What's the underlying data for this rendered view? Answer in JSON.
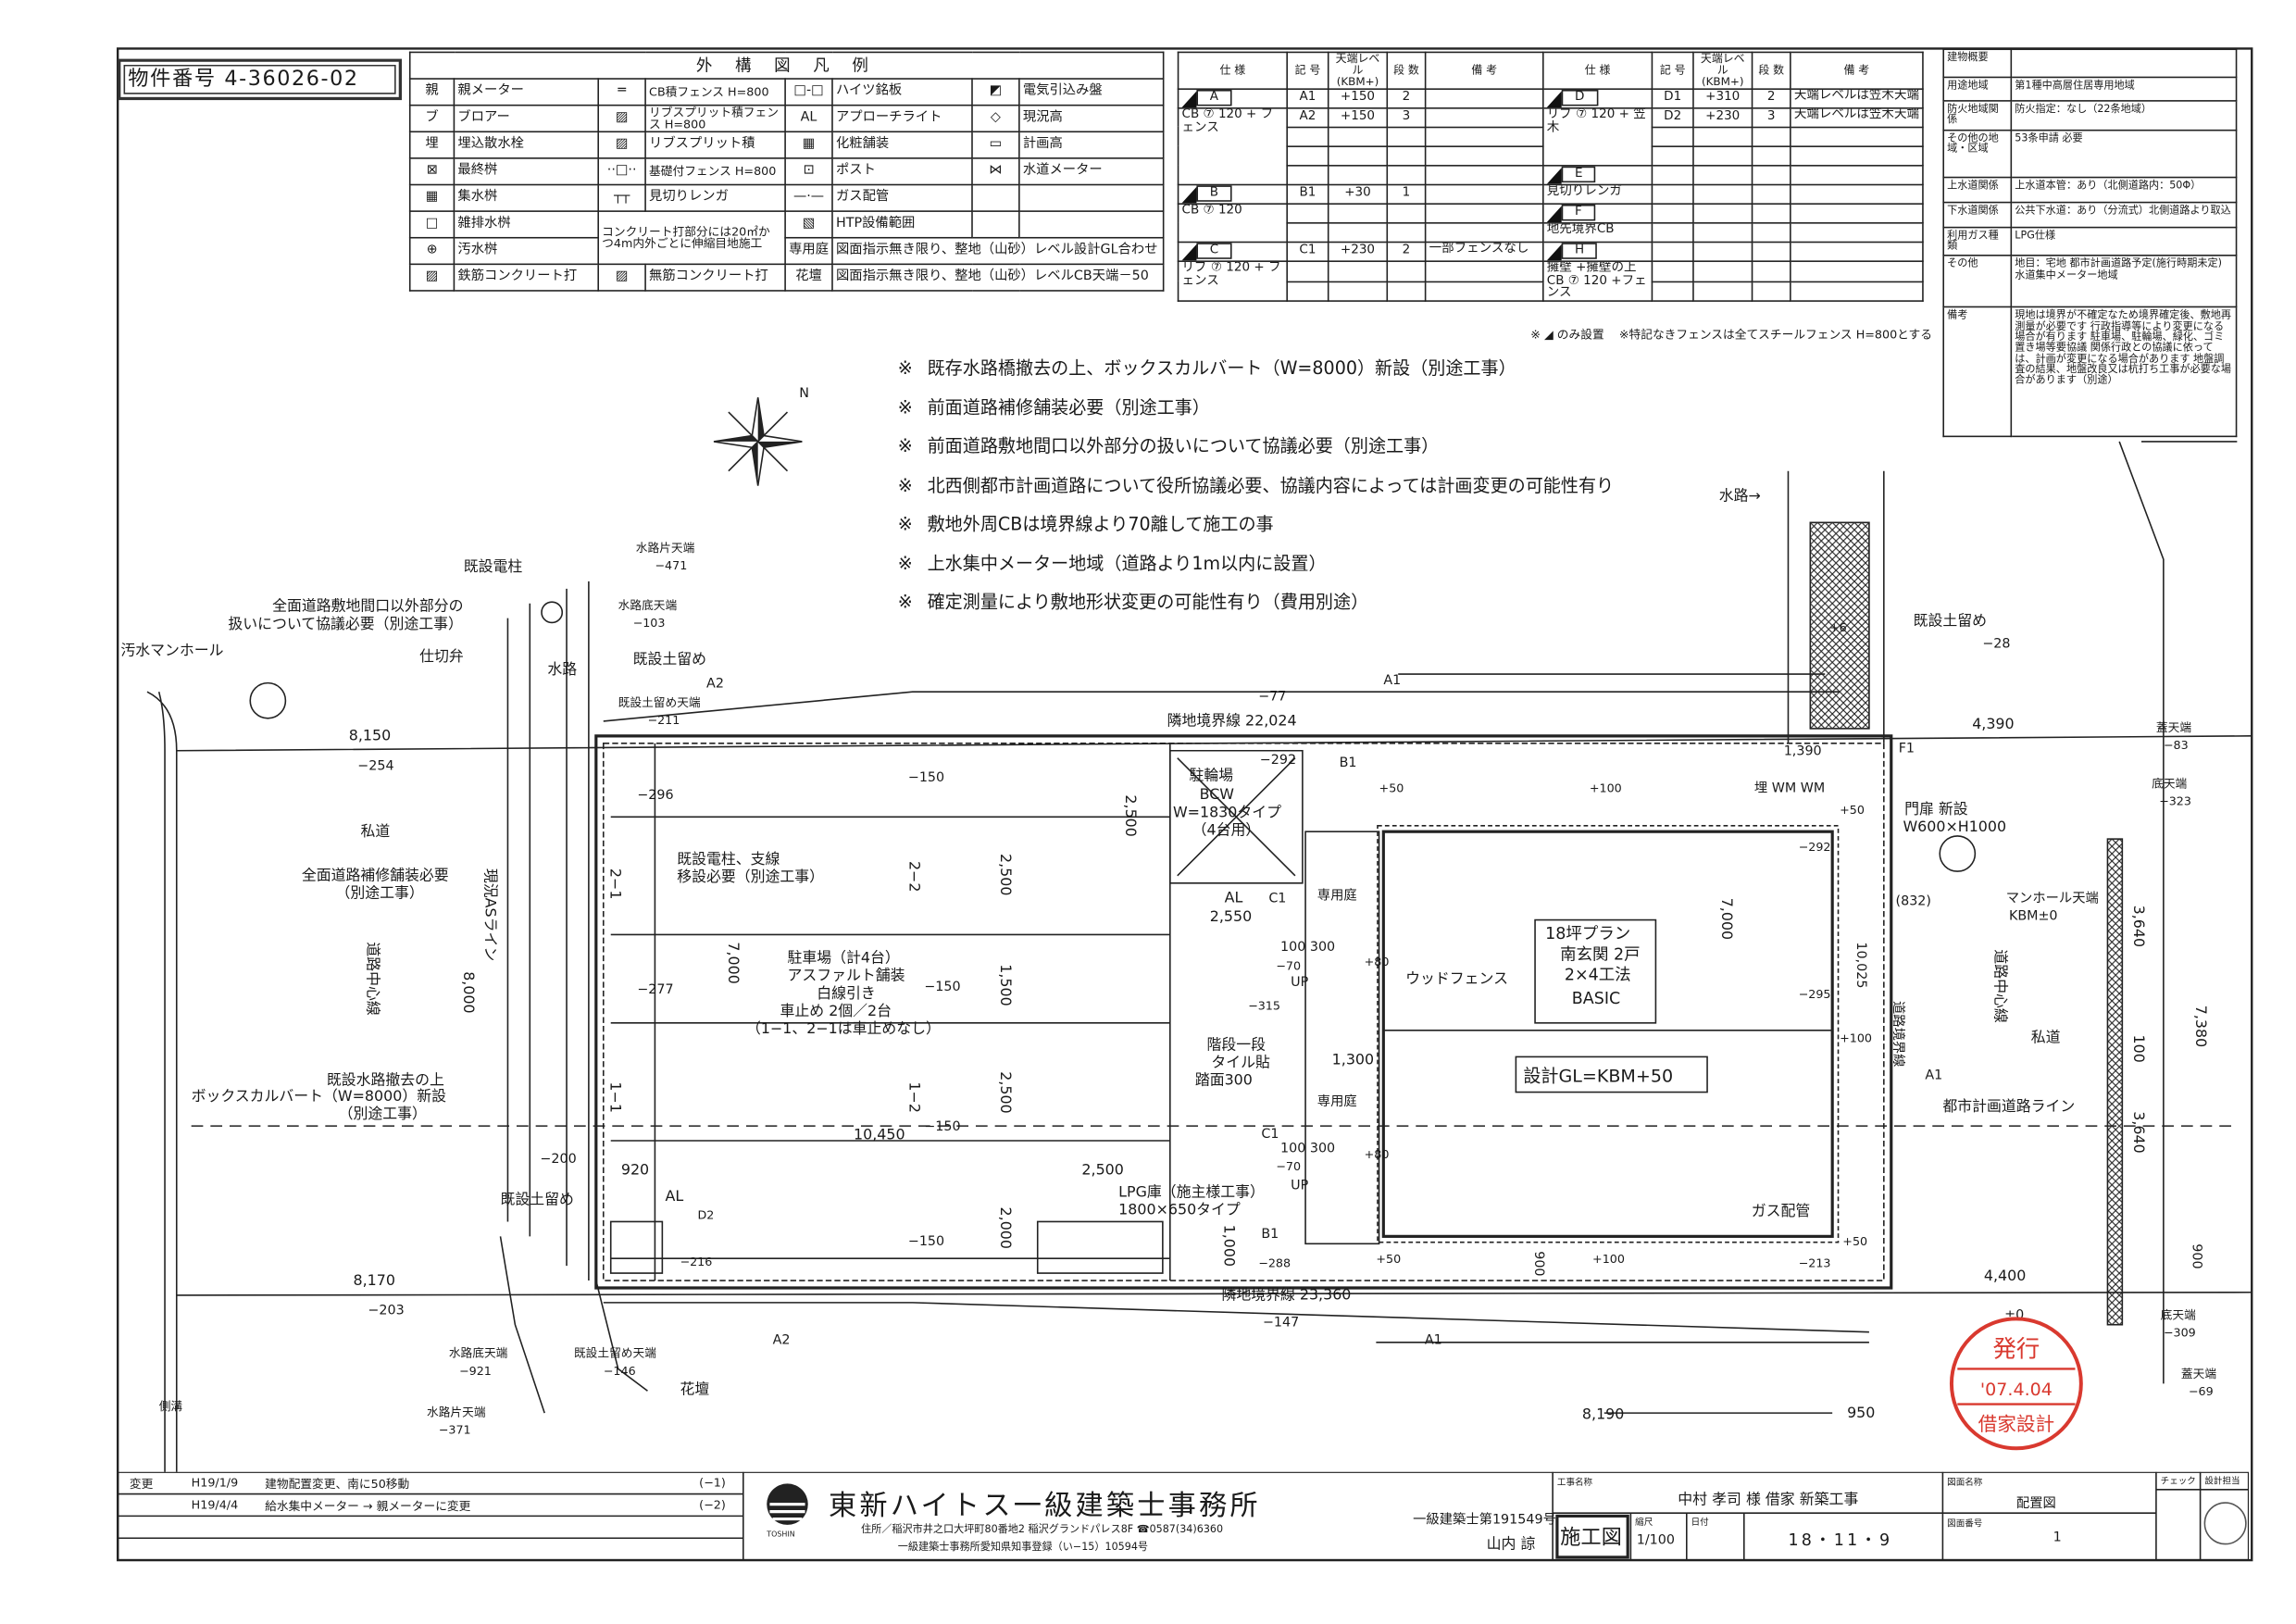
{
  "property_number": "物件番号 4-36026-02",
  "legend": {
    "title": "外 構 図 凡 例",
    "rows": [
      [
        {
          "sym": "親",
          "label": "親メーター"
        },
        {
          "sym": "═",
          "label": "CB積フェンス H=800"
        },
        {
          "sym": "□-□",
          "label": "ハイツ銘板"
        },
        {
          "sym": "◩",
          "label": "電気引込み盤"
        }
      ],
      [
        {
          "sym": "ブ",
          "label": "ブロアー"
        },
        {
          "sym": "▨",
          "label": "リブスプリット積フェンス H=800"
        },
        {
          "sym": "AL",
          "label": "アプローチライト"
        },
        {
          "sym": "◇",
          "label": "現況高"
        }
      ],
      [
        {
          "sym": "埋",
          "label": "埋込散水栓"
        },
        {
          "sym": "▨",
          "label": "リブスプリット積"
        },
        {
          "sym": "▦",
          "label": "化粧舗装"
        },
        {
          "sym": "▭",
          "label": "計画高"
        }
      ],
      [
        {
          "sym": "⊠",
          "label": "最終桝"
        },
        {
          "sym": "··□··",
          "label": "基礎付フェンス H=800"
        },
        {
          "sym": "⊡",
          "label": "ポスト"
        },
        {
          "sym": "⋈",
          "label": "水道メーター"
        }
      ],
      [
        {
          "sym": "▦",
          "label": "集水桝"
        },
        {
          "sym": "┬┬",
          "label": "見切りレンガ"
        },
        {
          "sym": "—·—",
          "label": "ガス配管"
        },
        {
          "sym": "",
          "label": ""
        }
      ],
      [
        {
          "sym": "□",
          "label": "雑排水桝"
        },
        {
          "sym": "▧",
          "label": "HTP設備範囲"
        },
        {
          "sym": "",
          "label": ""
        }
      ],
      [
        {
          "sym": "⊕",
          "label": "汚水桝"
        },
        {
          "sym": "専用庭",
          "label": "図面指示無き限り、整地（山砂）レベル設計GL合わせ"
        }
      ],
      [
        {
          "sym": "▨",
          "label": "鉄筋コンクリート打"
        },
        {
          "sym": "▨",
          "label": "無筋コンクリート打"
        },
        {
          "sym": "花壇",
          "label": "図面指示無き限り、整地（山砂）レベルCB天端－50"
        }
      ]
    ],
    "concrete_note": "コンクリート打部分には20㎡かつ4m内外ごとに伸縮目地施工"
  },
  "spec_table": {
    "headers": [
      "仕 様",
      "記 号",
      "天端レベル (KBM+)",
      "段 数",
      "備 考",
      "仕 様",
      "記 号",
      "天端レベル (KBM+)",
      "段 数",
      "備 考"
    ],
    "left": [
      {
        "tag": "A",
        "spec": "CB ⑦ 120 + フェンス",
        "rows": [
          {
            "code": "A1",
            "level": "+150",
            "steps": "2",
            "note": ""
          },
          {
            "code": "A2",
            "level": "+150",
            "steps": "3",
            "note": ""
          }
        ]
      },
      {
        "tag": "B",
        "spec": "CB ⑦ 120",
        "rows": [
          {
            "code": "B1",
            "level": "+30",
            "steps": "1",
            "note": ""
          }
        ]
      },
      {
        "tag": "C",
        "spec": "リブ ⑦ 120 + フェンス",
        "rows": [
          {
            "code": "C1",
            "level": "+230",
            "steps": "2",
            "note": "一部フェンスなし"
          }
        ]
      }
    ],
    "right": [
      {
        "tag": "D",
        "spec": "リブ ⑦ 120 + 笠木",
        "rows": [
          {
            "code": "D1",
            "level": "+310",
            "steps": "2",
            "note": "天端レベルは笠木天端"
          },
          {
            "code": "D2",
            "level": "+230",
            "steps": "3",
            "note": "天端レベルは笠木天端"
          }
        ]
      },
      {
        "tag": "E",
        "spec": "見切りレンガ"
      },
      {
        "tag": "F",
        "spec": "地先境界CB"
      },
      {
        "tag": "H",
        "spec": "擁壁 +擁壁の上 CB ⑦ 120 +フェンス"
      }
    ],
    "note_mark": "※ ◢ のみ設置",
    "note_fence": "※特記なきフェンスは全てスチールフェンス H=800とする"
  },
  "overview": [
    {
      "k": "建物概要",
      "v": ""
    },
    {
      "k": "用途地域",
      "v": "第1種中高層住居専用地域"
    },
    {
      "k": "防火地域関係",
      "v": "防火指定：なし（22条地域）"
    },
    {
      "k": "その他の地域・区域",
      "v": "53条申請 必要"
    },
    {
      "k": "上水道関係",
      "v": "上水道本管：あり（北側道路内：50Φ）"
    },
    {
      "k": "下水道関係",
      "v": "公共下水道：あり（分流式）北側道路より取込"
    },
    {
      "k": "利用ガス種類",
      "v": "LPG仕様"
    },
    {
      "k": "その他",
      "v": "地目：宅地 都市計画道路予定(施行時期未定) 水道集中メーター地域"
    },
    {
      "k": "備考",
      "v": "現地は境界が不確定なため境界確定後、敷地再測量が必要です 行政指導等により変更になる場合が有ります 駐車場、駐輪場、緑化、ゴミ置き場等要協議 関係行政との協議に依っては、計画が変更になる場合があります 地盤調査の結果、地盤改良又は杭打ち工事が必要な場合があります（別途）"
    }
  ],
  "notes": [
    "既存水路橋撤去の上、ボックスカルバート（W=8000）新設（別途工事）",
    "前面道路補修舗装必要（別途工事）",
    "前面道路敷地間口以外部分の扱いについて協議必要（別途工事）",
    "北西側都市計画道路について役所協議必要、協議内容によっては計画変更の可能性有り",
    "敷地外周CBは境界線より70離して施工の事",
    "上水集中メーター地域（道路より1m以内に設置）",
    "確定測量により敷地形状変更の可能性有り（費用別途）"
  ],
  "note_mark": "※",
  "site": {
    "north": "N",
    "labels": {
      "pole": "既設電柱",
      "front1": "全面道路敷地間口以外部分の",
      "front2": "扱いについて協議必要（別途工事）",
      "manhole": "汚水マンホール",
      "valve": "仕切弁",
      "wk1": "水路片天端",
      "wk1v": "−471",
      "wk2": "水路底天端",
      "wk2v": "−103",
      "retain1": "既設土留め",
      "waterway": "水路",
      "retain2": "既設土留め天端",
      "retain2v": "−211",
      "d8150": "8,150",
      "lv254": "−254",
      "private1": "私道",
      "repave1": "全面道路補修舗装必要",
      "repave2": "（別途工事）",
      "center1": "道路中心線",
      "asline": "現況ASライン",
      "d8000": "8,000",
      "box1": "既設水路撤去の上",
      "box2": "ボックスカルバート（W=8000）新設",
      "box3": "（別途工事）",
      "lv200": "−200",
      "retain3": "既設土留め",
      "d8170": "8,170",
      "lv203": "−203",
      "wb2": "水路底天端",
      "wb2v": "−921",
      "retain4": "既設土留め天端",
      "retain4v": "−146",
      "flower": "花壇",
      "wk3": "水路片天端",
      "wk3v": "−371",
      "gutter": "側溝",
      "nb1": "隣地境界線 22,024",
      "lv77": "−77",
      "lv296": "−296",
      "lv150a": "−150",
      "bike1": "駐輪場",
      "bike2": "BCW",
      "bike3": "W=1830タイプ",
      "bike4": "（4台用）",
      "lv292a": "−292",
      "pole2a": "既設電柱、支線",
      "pole2b": "移設必要（別途工事）",
      "p21": "2−1",
      "p22": "2−2",
      "d2500a": "2,500",
      "d2500b": "2,500",
      "al1": "AL",
      "d2550": "2,550",
      "c1a": "C1",
      "garden1": "専用庭",
      "park1": "駐車場（計4台）",
      "park2": "アスファルト舗装",
      "park3": "白線引き",
      "park4": "車止め 2個／2台",
      "park5": "（1−1、2−1は車止めなし）",
      "lv277": "−277",
      "lv150b": "−150",
      "d7000a": "7,000",
      "d1500": "1,500",
      "s100a": "100 300",
      "lv70a": "−70",
      "upa": "UP",
      "lv315": "−315",
      "p80a": "+80",
      "woodfence": "ウッドフェンス",
      "plan1": "18坪プラン",
      "plan2": "南玄関 2戸",
      "plan3": "2×4工法",
      "plan4": "BASIC",
      "d7000b": "7,000",
      "gl": "設計GL=KBM+50",
      "stair1": "階段一段",
      "stair2": "タイル貼",
      "stair3": "踏面300",
      "d1300": "1,300",
      "garden2": "専用庭",
      "p11": "1−1",
      "p12": "1−2",
      "d2500c": "2,500",
      "d10450": "10,450",
      "c1b": "C1",
      "s100b": "100 300",
      "lv70b": "−70",
      "upb": "UP",
      "p80b": "+80",
      "d920": "920",
      "al2": "AL",
      "d2code": "D2",
      "lv216": "−216",
      "d2500d": "2,500",
      "lpg1": "LPG庫（施主様工事）",
      "lpg2": "1800×650タイプ",
      "d2000": "2,000",
      "d1000": "1,000",
      "lv150c": "−150",
      "b1a": "B1",
      "lv288": "−288",
      "p50a": "+50",
      "d900a": "900",
      "p100a": "+100",
      "gas": "ガス配管",
      "lv213": "−213",
      "p50b": "+50",
      "nb2": "隣地境界線 23,360",
      "lv147": "−147",
      "a1a": "A1",
      "a2a": "A2",
      "d8190": "8,190",
      "d950": "950",
      "waterway2": "水路→",
      "p6": "+6",
      "retain5": "既設土留め",
      "lv28": "−28",
      "d4390": "4,390",
      "d1390": "1,390",
      "f1": "F1",
      "lid1": "蓋天端",
      "lid1v": "−83",
      "bot1": "底天端",
      "bot1v": "−323",
      "gate1": "門扉 新設",
      "gate2": "W600×H1000",
      "lv292b": "−292",
      "d832": "(832)",
      "mh1": "マンホール天端",
      "mh2": "KBM±0",
      "d3640a": "3,640",
      "center2": "道路中心線",
      "d10025": "10,025",
      "boundary": "道路境界線",
      "private2": "私道",
      "d100": "100",
      "d7380": "7,380",
      "a1b": "A1",
      "cityroad": "都市計画道路ライン",
      "d3640b": "3,640",
      "p100b": "+100",
      "lv295": "−295",
      "p50c": "+50",
      "p100c": "+100",
      "p50d": "+50",
      "b1b": "B1",
      "d4400": "4,400",
      "pm0": "±0",
      "bot2": "底天端",
      "bot2v": "−309",
      "lid2": "蓋天端",
      "lid2v": "−69",
      "d900b": "900",
      "wm": "埋 WM WM",
      "a1c": "A1",
      "a2b": "A2",
      "lv150d": "−150"
    }
  },
  "stamp": {
    "top": "発行",
    "date": "'07.4.04",
    "bottom": "借家設計"
  },
  "title_block": {
    "change_label": "変更",
    "changes": [
      {
        "date": "H19/1/9",
        "desc": "建物配置変更、南に50移動",
        "rev": "(−1)"
      },
      {
        "date": "H19/4/4",
        "desc": "給水集中メーター → 親メーターに変更",
        "rev": "(−2)"
      }
    ],
    "logo_text": "TOSHIN",
    "company": "東新ハイトス一級建築士事務所",
    "address": "住所／稲沢市井之口大坪町80番地2 稲沢グランドパレス8F ☎0587(34)6360",
    "registration": "一級建築士事務所愛知県知事登録（い−15）10594号",
    "architect_no": "一級建築士第191549号",
    "architect": "山内 諒",
    "project_label": "工事名称",
    "project": "中村 孝司 様 借家 新築工事",
    "drawing_type": "施工図",
    "scale_label": "縮尺",
    "scale": "1/100",
    "date_label": "日付",
    "date": "18・11・9",
    "drawing_name_label": "図面名称",
    "drawing_name": "配置図",
    "drawing_no_label": "図面番号",
    "drawing_no": "1",
    "check_label": "チェック",
    "designer_label": "設計担当"
  }
}
